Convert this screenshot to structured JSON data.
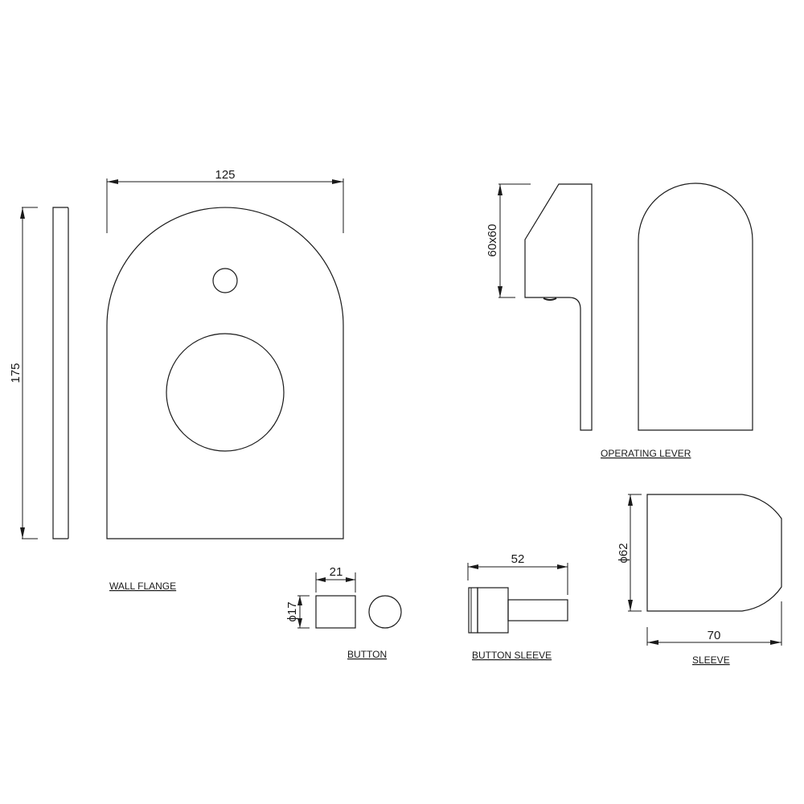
{
  "drawing": {
    "parts": {
      "wall_flange": {
        "label": "WALL FLANGE",
        "width_dim": "125",
        "height_dim": "175"
      },
      "operating_lever": {
        "label": "OPERATING LEVER",
        "size_dim": "60x60"
      },
      "button": {
        "label": "BUTTON",
        "length_dim": "21",
        "diameter_dim": "ϕ17"
      },
      "button_sleeve": {
        "label": "BUTTON SLEEVE",
        "length_dim": "52"
      },
      "sleeve": {
        "label": "SLEEVE",
        "length_dim": "70",
        "diameter_dim": "ϕ62"
      }
    },
    "colors": {
      "line": "#1a1a1a",
      "background": "#ffffff"
    }
  }
}
